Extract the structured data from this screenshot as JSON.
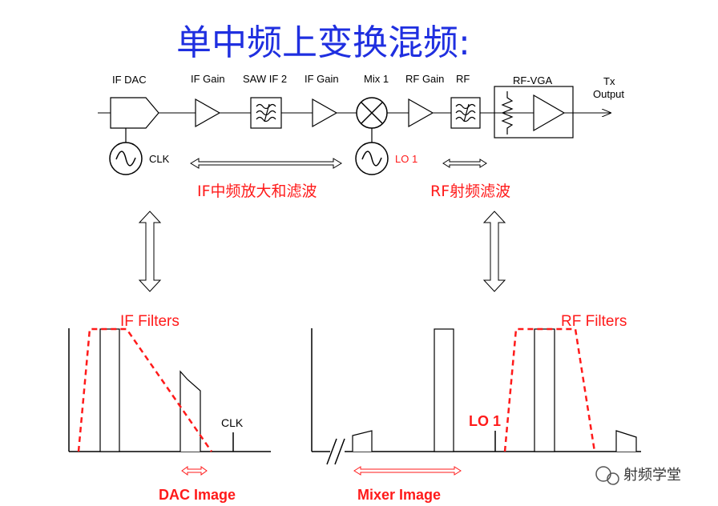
{
  "title": "单中频上变换混频:",
  "chain": {
    "if_dac": "IF DAC",
    "if_gain_1": "IF Gain",
    "saw_if2": "SAW IF 2",
    "if_gain_2": "IF Gain",
    "mix1": "Mix 1",
    "rf_gain": "RF Gain",
    "rf": "RF",
    "rf_vga": "RF-VGA",
    "tx_output_1": "Tx",
    "tx_output_2": "Output",
    "clk": "CLK",
    "lo1": "LO 1"
  },
  "sections": {
    "if_section": "IF中频放大和滤波",
    "rf_section": "RF射频滤波"
  },
  "spectrum": {
    "if_filters": "IF Filters",
    "rf_filters": "RF Filters",
    "clk": "CLK",
    "lo1": "LO 1",
    "dac_image": "DAC Image",
    "mixer_image": "Mixer Image"
  },
  "colors": {
    "title": "#1f2fe0",
    "highlight": "#ff1a1a"
  },
  "watermark": "射频学堂"
}
